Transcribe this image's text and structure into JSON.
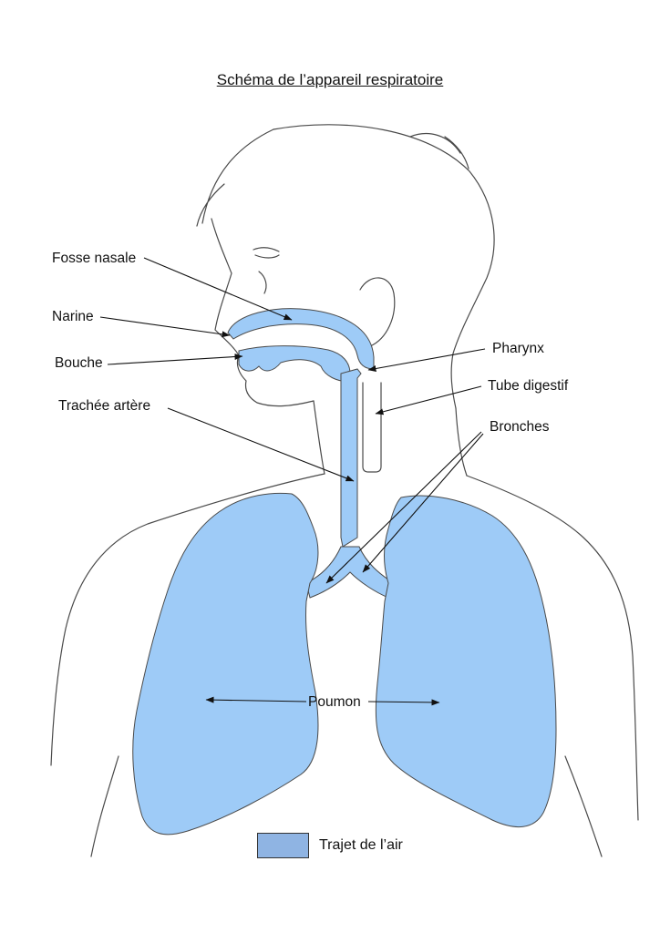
{
  "title": "Schéma de l’appareil respiratoire",
  "labels": {
    "fosse_nasale": "Fosse nasale",
    "narine": "Narine",
    "bouche": "Bouche",
    "trachee": "Trachée artère",
    "pharynx": "Pharynx",
    "tube_digestif": "Tube digestif",
    "bronches": "Bronches",
    "poumon": "Poumon"
  },
  "legend": {
    "label": "Trajet de l’air",
    "swatch_color": "#8fb4e3"
  },
  "colors": {
    "air_fill": "#9ecbf7",
    "outline": "#4a4a4a",
    "arrow": "#111111"
  }
}
